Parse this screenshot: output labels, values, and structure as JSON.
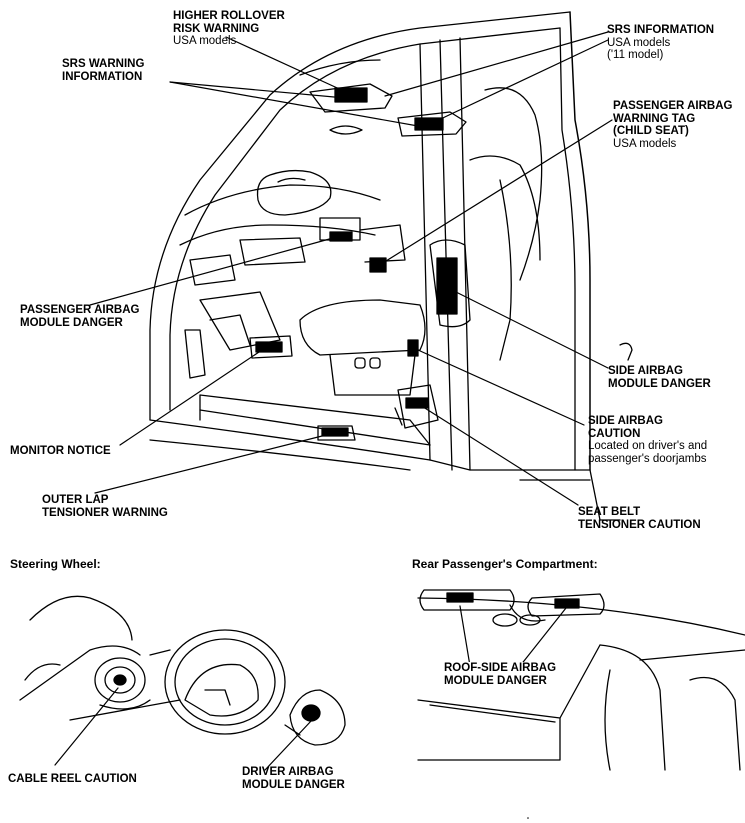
{
  "labels": {
    "higher_rollover": {
      "title": "HIGHER ROLLOVER\nRISK WARNING",
      "note": "USA models"
    },
    "srs_warning_info": {
      "title": "SRS WARNING\nINFORMATION"
    },
    "srs_information": {
      "title": "SRS INFORMATION",
      "note": "USA models\n('11 model)"
    },
    "passenger_airbag_tag": {
      "title": "PASSENGER AIRBAG\nWARNING TAG\n(CHILD SEAT)",
      "note": "USA models"
    },
    "passenger_airbag_danger": {
      "title": "PASSENGER AIRBAG\nMODULE DANGER"
    },
    "side_airbag_danger": {
      "title": "SIDE AIRBAG\nMODULE DANGER"
    },
    "side_airbag_caution": {
      "title": "SIDE AIRBAG\nCAUTION",
      "note": "Located on driver's and\npassenger's doorjambs"
    },
    "monitor_notice": {
      "title": "MONITOR NOTICE"
    },
    "outer_lap": {
      "title": "OUTER LAP\nTENSIONER WARNING"
    },
    "seat_belt": {
      "title": "SEAT BELT\nTENSIONER CAUTION"
    },
    "cable_reel": {
      "title": "CABLE REEL CAUTION"
    },
    "driver_airbag": {
      "title": "DRIVER AIRBAG\nMODULE DANGER"
    },
    "roof_side": {
      "title": "ROOF-SIDE AIRBAG\nMODULE DANGER"
    }
  },
  "sections": {
    "steering": "Steering Wheel:",
    "rear": "Rear Passenger's Compartment:"
  }
}
